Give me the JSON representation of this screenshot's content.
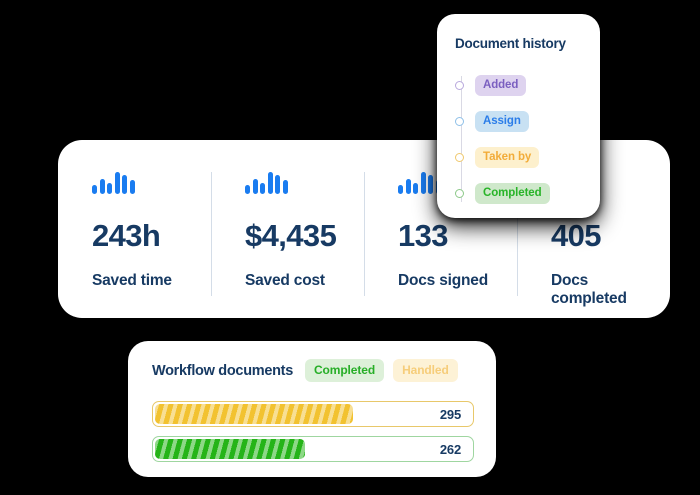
{
  "stats": {
    "icon": "bar-chart-icon",
    "accent_color": "#1a7cf0",
    "text_color": "#173a63",
    "items": [
      {
        "value": "243h",
        "label": "Saved time",
        "has_icon": true
      },
      {
        "value": "$4,435",
        "label": "Saved cost",
        "has_icon": true
      },
      {
        "value": "133",
        "label": "Docs signed",
        "has_icon": true
      },
      {
        "value": "405",
        "label": "Docs completed",
        "has_icon": false
      }
    ]
  },
  "history": {
    "title": "Document history",
    "events": [
      {
        "label": "Added",
        "text_color": "#7b5fc0",
        "bg_color": "#ded3ef",
        "dot_color": "#b9a9dd"
      },
      {
        "label": "Assign",
        "text_color": "#2b7de9",
        "bg_color": "#c8e1f3",
        "dot_color": "#8fc0e8"
      },
      {
        "label": "Taken by",
        "text_color": "#f2ac39",
        "bg_color": "#fdf0cd",
        "dot_color": "#f0c96e"
      },
      {
        "label": "Completed",
        "text_color": "#28b428",
        "bg_color": "#cfe8cb",
        "dot_color": "#8dc98a"
      }
    ]
  },
  "workflow": {
    "title": "Workflow documents",
    "chips": [
      {
        "label": "Completed",
        "text_color": "#27ae27",
        "bg_color": "#ddf0d9"
      },
      {
        "label": "Handled",
        "text_color": "#f6cd7a",
        "bg_color": "#fdf2d6"
      }
    ],
    "bars": [
      {
        "name": "Handled",
        "value": "295",
        "percent": 62,
        "fill_color": "#f2c230",
        "border_color": "#e8c86a"
      },
      {
        "name": "Completed",
        "value": "262",
        "percent": 47,
        "fill_color": "#25b418",
        "border_color": "#9fd6a0"
      }
    ]
  },
  "chart_data": {
    "type": "bar",
    "title": "Workflow documents",
    "categories": [
      "Handled",
      "Completed"
    ],
    "values": [
      295,
      262
    ],
    "xlabel": "",
    "ylabel": "",
    "legend": [
      "Completed",
      "Handled"
    ],
    "orientation": "horizontal"
  }
}
